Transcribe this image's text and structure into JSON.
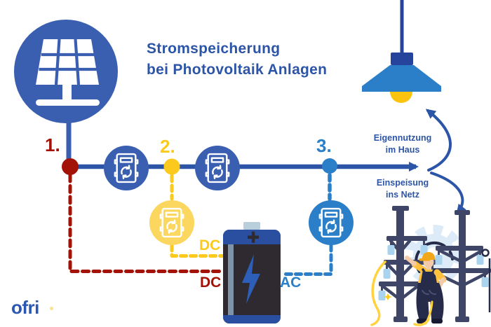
{
  "title": {
    "line1": "Stromspeicherung",
    "line2": "bei Photovoltaik Anlagen"
  },
  "steps": [
    {
      "label": "1.",
      "color": "#a31206"
    },
    {
      "label": "2.",
      "color": "#fcca1c"
    },
    {
      "label": "3.",
      "color": "#2b7ec8"
    }
  ],
  "flow_labels": {
    "dc_charge_controller": "DC",
    "dc_solar": "DC",
    "ac_house": "AC"
  },
  "annotations": {
    "self_use": [
      "Eigennutzung",
      "im Haus"
    ],
    "feed_in": [
      "Einspeisung",
      "ins Netz"
    ]
  },
  "logo": "ofri",
  "icons": {
    "solar": "solar-panel-icon",
    "inverter": "inverter-icon",
    "charge_controller": "charge-controller-icon",
    "battery_inverter": "battery-inverter-icon",
    "battery": "battery-icon",
    "lamp": "pendant-lamp-icon",
    "grid": "power-grid-illustration",
    "worker": "electrician-worker",
    "gear": "gear-icon",
    "bolt": "lightning-bolt-icon"
  },
  "colors": {
    "royalBlue": "#3a5fb0",
    "deepBlue": "#2d55a7",
    "skyBlue": "#2b7ec8",
    "cordBlue": "#26449b",
    "darkRed": "#a31206",
    "yellow": "#fcca1c",
    "paleYellow": "#fbd75f",
    "bulbYellow": "#fcc40e",
    "batteryDark": "#2e2a30",
    "batteryBlue": "#2b4fa0",
    "boltBlue": "#2d5fb8",
    "terminalGray": "#b9cfdc",
    "stripeGray": "#7e95a9",
    "towerNavy": "#3f4566",
    "darkNavy": "#262b49",
    "shoeDark": "#171a30",
    "gearLight": "#dcebf7",
    "skin": "#f3cba8",
    "hatOrange": "#f2a71b",
    "shirtYellow": "#ffc13d",
    "insulatorBlue": "#a9d3ee",
    "cableYellow": "#ffd23f",
    "background": "#ffffff",
    "logoBlue": "#2b57b0"
  }
}
